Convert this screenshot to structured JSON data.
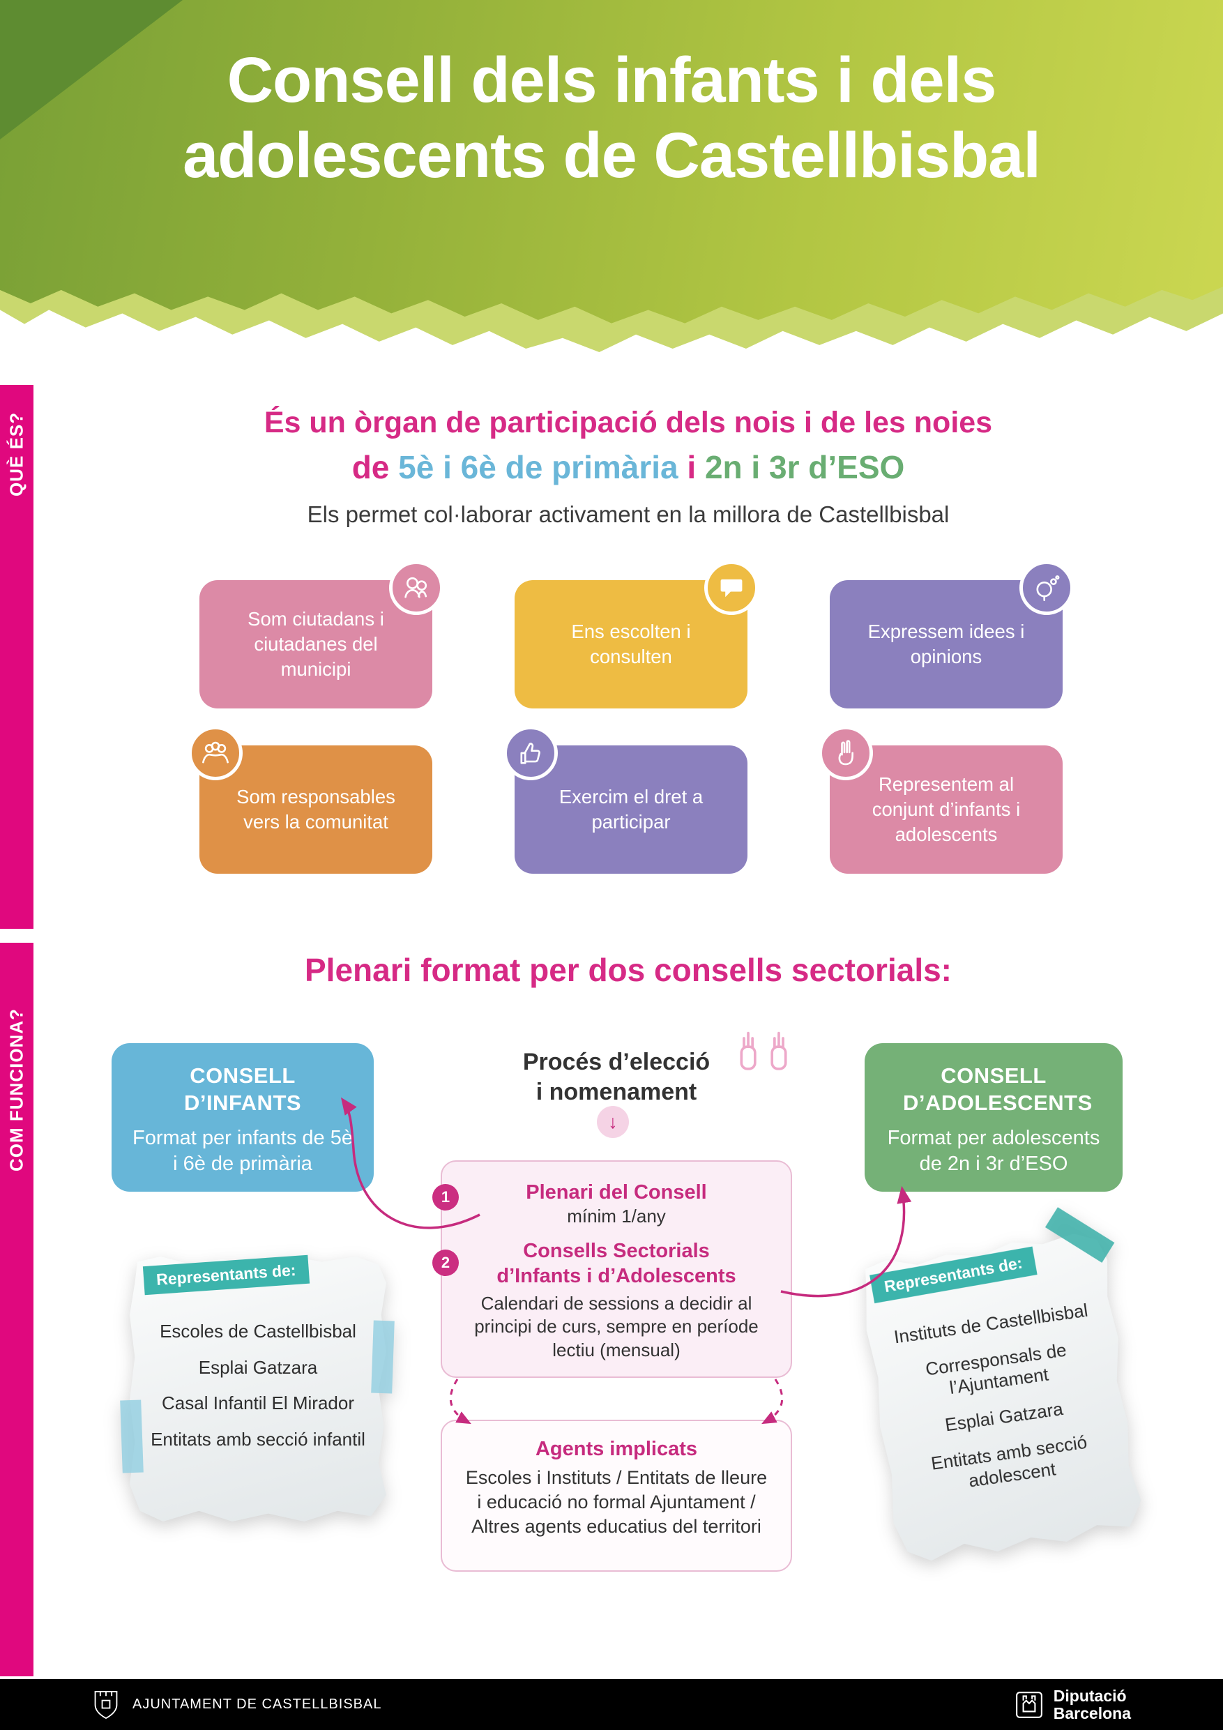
{
  "header": {
    "title_line1": "Consell dels infants i dels",
    "title_line2": "adolescents de Castellbisbal"
  },
  "sidebar": {
    "what_is_label": "QUÈ ÉS?",
    "how_works_label": "COM FUNCIONA?",
    "color": "#e0087e"
  },
  "what_is": {
    "heading_line1": "És un òrgan de participació dels nois i de les noies",
    "heading_line2": {
      "prefix": "de ",
      "primaria": "5è i 6è de primària",
      "mid": " i ",
      "eso": "2n i 3r d’ESO"
    },
    "subheading": "Els permet col·laborar activament en la millora de Castellbisbal",
    "colors": {
      "accent": "#d62a85",
      "primaria_blue": "#6ab6d8",
      "eso_green": "#69ad72"
    },
    "cards": [
      {
        "text": "Som ciutadans i ciutadanes del municipi",
        "icon": "citizens-icon",
        "color": "#dc8aa6",
        "icon_side": "right"
      },
      {
        "text": "Ens escolten i consulten",
        "icon": "speech-bubble-icon",
        "color": "#eebc43",
        "icon_side": "right"
      },
      {
        "text": "Expressem idees i opinions",
        "icon": "idea-head-icon",
        "color": "#8b80be",
        "icon_side": "right"
      },
      {
        "text": "Som responsables vers la comunitat",
        "icon": "community-icon",
        "color": "#df9147",
        "icon_side": "left"
      },
      {
        "text": "Exercim el dret a participar",
        "icon": "voting-hand-icon",
        "color": "#8b80be",
        "icon_side": "left"
      },
      {
        "text": "Representem al conjunt d’infants i adolescents",
        "icon": "peace-hand-icon",
        "color": "#dc8aa6",
        "icon_side": "left"
      }
    ]
  },
  "how_works": {
    "heading": "Plenari format per dos consells sectorials:",
    "consell_infants": {
      "title": "CONSELL D’INFANTS",
      "body": "Format per infants de 5è i 6è de primària",
      "color": "#67b6d8"
    },
    "consell_adolescents": {
      "title": "CONSELL D’ADOLESCENTS",
      "body": "Format per adolescents de 2n i 3r d’ESO",
      "color": "#75b177"
    },
    "process": {
      "title_line1": "Procés d’elecció",
      "title_line2": "i nomenament",
      "arrow_glyph": "↓"
    },
    "plenari": {
      "item1_num": "1",
      "item1_title": "Plenari del Consell",
      "item1_body": "mínim 1/any",
      "item2_num": "2",
      "item2_title": "Consells Sectorials d’Infants i d’Adolescents",
      "item2_body": "Calendari de sessions a decidir al principi de curs, sempre en període lectiu (mensual)"
    },
    "agents": {
      "title": "Agents implicats",
      "body": "Escoles i Instituts / Entitats de lleure i educació no formal Ajuntament / Altres agents educatius del territori"
    },
    "note_left": {
      "label": "Representants de:",
      "items": [
        "Escoles de Castellbisbal",
        "Esplai Gatzara",
        "Casal Infantil El Mirador",
        "Entitats amb secció infantil"
      ]
    },
    "note_right": {
      "label": "Representants de:",
      "items": [
        "Instituts de Castellbisbal",
        "Corresponsals de l’Ajuntament",
        "Esplai Gatzara",
        "Entitats amb secció adolescent"
      ]
    },
    "note_label_color": "#3cb4ac"
  },
  "footer": {
    "ajuntament_label": "AJUNTAMENT DE CASTELLBISBAL",
    "diputacio_line1": "Diputació",
    "diputacio_line2": "Barcelona"
  }
}
